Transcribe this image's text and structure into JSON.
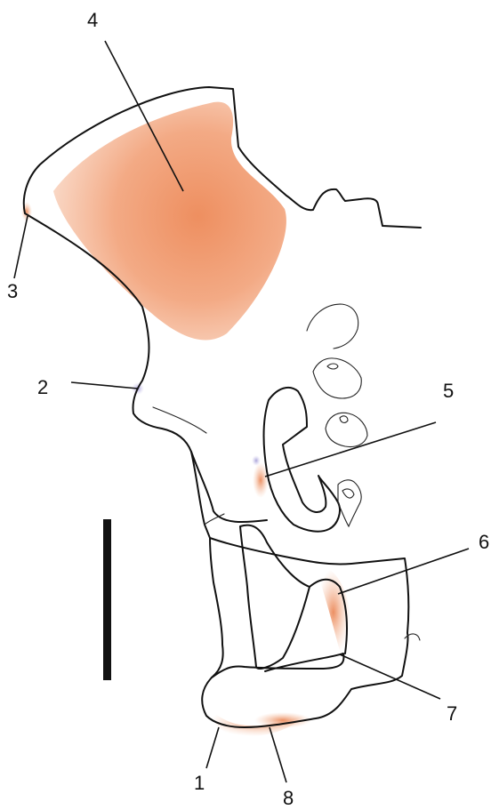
{
  "labels": {
    "l1": "1",
    "l2": "2",
    "l3": "3",
    "l4": "4",
    "l5": "5",
    "l6": "6",
    "l7": "7",
    "l8": "8"
  },
  "colors": {
    "highlight": "#f0a27a",
    "highlight_core": "#e98a5c",
    "bluish_spot": "#b9b0d8",
    "line": "#111111",
    "scale_bar": "#111111"
  }
}
